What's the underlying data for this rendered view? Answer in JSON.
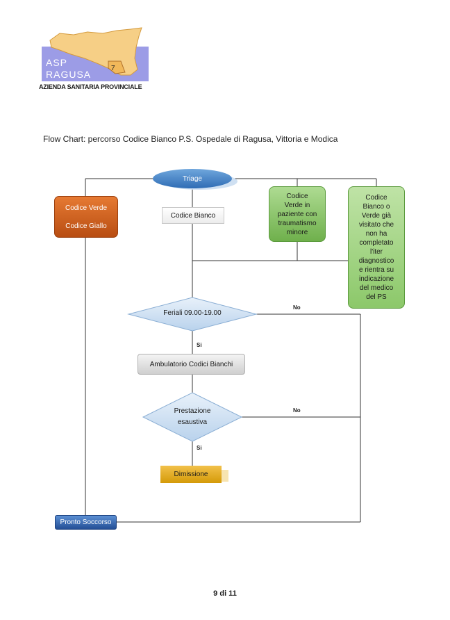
{
  "header": {
    "logo_line1": "ASP",
    "logo_line2": "RAGUSA",
    "logo_number": "7",
    "organization": "AZIENDA SANITARIA PROVINCIALE"
  },
  "title": "Flow Chart: percorso Codice Bianco P.S. Ospedale di Ragusa, Vittoria e Modica",
  "nodes": {
    "triage": "Triage",
    "codice_verde": "Codice Verde",
    "codice_giallo": "Codice Giallo",
    "codice_bianco": "Codice Bianco",
    "codice_verde_trauma": [
      "Codice",
      "Verde in",
      "paziente con",
      "traumatismo",
      "minore"
    ],
    "codice_bianco_verde": [
      "Codice",
      "Bianco o",
      "Verde già",
      "visitato che",
      "non ha",
      "completato",
      "l'iter",
      "diagnostico",
      "e rientra su",
      "indicazione",
      "del medico",
      "del PS"
    ],
    "feriali": "Feriali 09.00-19.00",
    "ambulatorio": "Ambulatorio Codici Bianchi",
    "prestazione": [
      "Prestazione",
      "esaustiva"
    ],
    "dimissione": "Dimissione",
    "pronto_soccorso": "Pronto Soccorso"
  },
  "edge_labels": {
    "no_1": "No",
    "si_1": "Si",
    "no_2": "No",
    "si_2": "Si"
  },
  "footer": "9 di 11",
  "colors": {
    "triage": "#2f6db5",
    "orange": "#c9591b",
    "green": "#8cc86a",
    "yellow": "#e0a81a",
    "diamond": "#d6e6f6",
    "pronto": "#2a5aa5"
  }
}
